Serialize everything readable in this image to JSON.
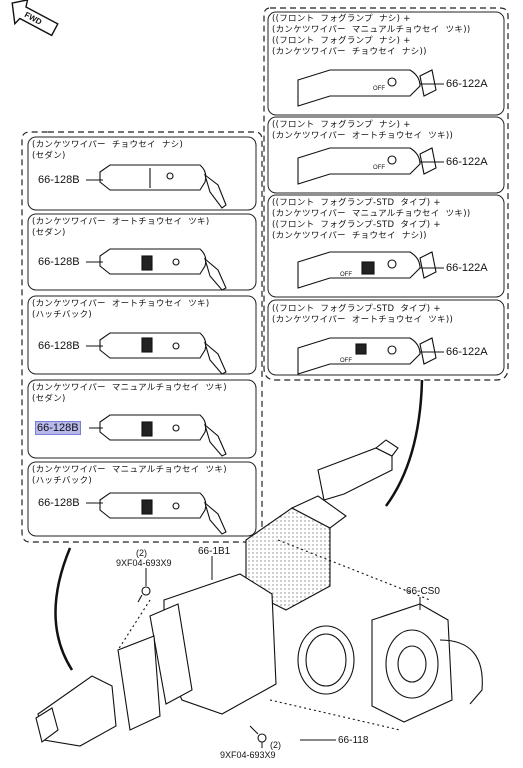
{
  "fwd_label": "FWD",
  "left_panels": [
    {
      "lines": [
        "(カンケツワイパー  チョウセイ  ナシ)",
        "(セダン)"
      ],
      "part": "66-128B",
      "highlighted": false
    },
    {
      "lines": [
        "(カンケツワイパー  オートチョウセイ  ツキ)",
        "(セダン)"
      ],
      "part": "66-128B",
      "highlighted": false
    },
    {
      "lines": [
        "(カンケツワイパー  オートチョウセイ  ツキ)",
        "(ハッチバック)"
      ],
      "part": "66-128B",
      "highlighted": false
    },
    {
      "lines": [
        "(カンケツワイパー  マニュアルチョウセイ  ツキ)",
        "(セダン)"
      ],
      "part": "66-128B",
      "highlighted": true
    },
    {
      "lines": [
        "(カンケツワイパー  マニュアルチョウセイ  ツキ)",
        "(ハッチバック)"
      ],
      "part": "66-128B",
      "highlighted": false
    }
  ],
  "right_panels": [
    {
      "lines": [
        "((フロント  フォグランプ  ナシ) +",
        "(カンケツワイパー  マニュアルチョウセイ  ツキ))",
        "((フロント  フォグランプ  ナシ) +",
        "(カンケツワイパー  チョウセイ  ナシ))"
      ],
      "part": "66-122A"
    },
    {
      "lines": [
        "((フロント  フォグランプ  ナシ) +",
        "(カンケツワイパー  オートチョウセイ  ツキ))"
      ],
      "part": "66-122A"
    },
    {
      "lines": [
        "((フロント  フォグランプ-STD  タイプ) +",
        "(カンケツワイパー  マニュアルチョウセイ  ツキ))",
        "((フロント  フォグランプ-STD  タイプ) +",
        "(カンケツワイパー  チョウセイ  ナシ))"
      ],
      "part": "66-122A"
    },
    {
      "lines": [
        "((フロント  フォグランプ-STD  タイプ) +",
        "(カンケツワイパー  オートチョウセイ  ツキ))"
      ],
      "part": "66-122A"
    }
  ],
  "switch_marks": {
    "off": "OFF"
  },
  "bottom_labels": {
    "screw_top_qty": "(2)",
    "screw_top_part": "9XF04-693X9",
    "housing_part": "66-1B1",
    "clockspring_part": "66-CS0",
    "screw_bottom_qty": "(2)",
    "screw_bottom_part": "9XF04-693X9",
    "ring_part": "66-118"
  }
}
